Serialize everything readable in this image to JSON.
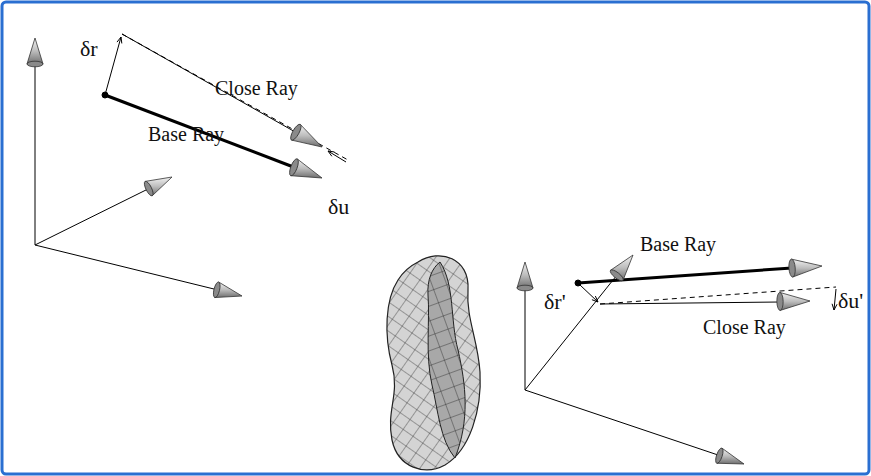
{
  "diagram": {
    "labels": [
      "δr",
      "Close Ray",
      "Base Ray",
      "δu",
      "Base Ray",
      "δr'",
      "Close Ray",
      "δu'"
    ]
  }
}
